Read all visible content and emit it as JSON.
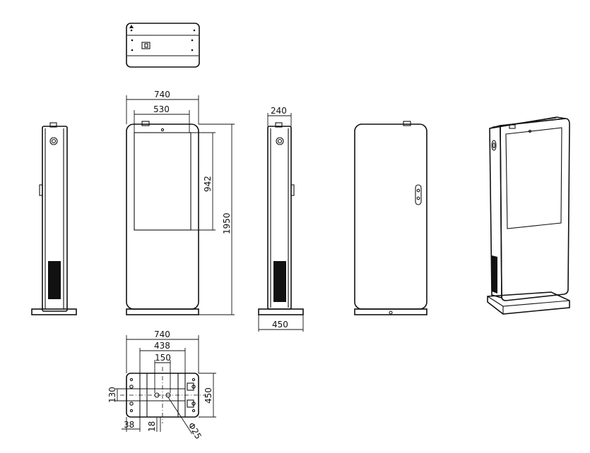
{
  "dimensions": {
    "front_width": "740",
    "screen_width": "530",
    "screen_height": "942",
    "total_height": "1950",
    "side_depth_top": "240",
    "base_depth": "450",
    "base_width": "740",
    "base_hole_spacing": "438",
    "base_center_spacing": "150",
    "base_depth_right": "450",
    "base_slot_spacing": "130",
    "base_edge_offset": "38",
    "base_small_offset": "18",
    "base_hole_diameter": "Φ25"
  }
}
